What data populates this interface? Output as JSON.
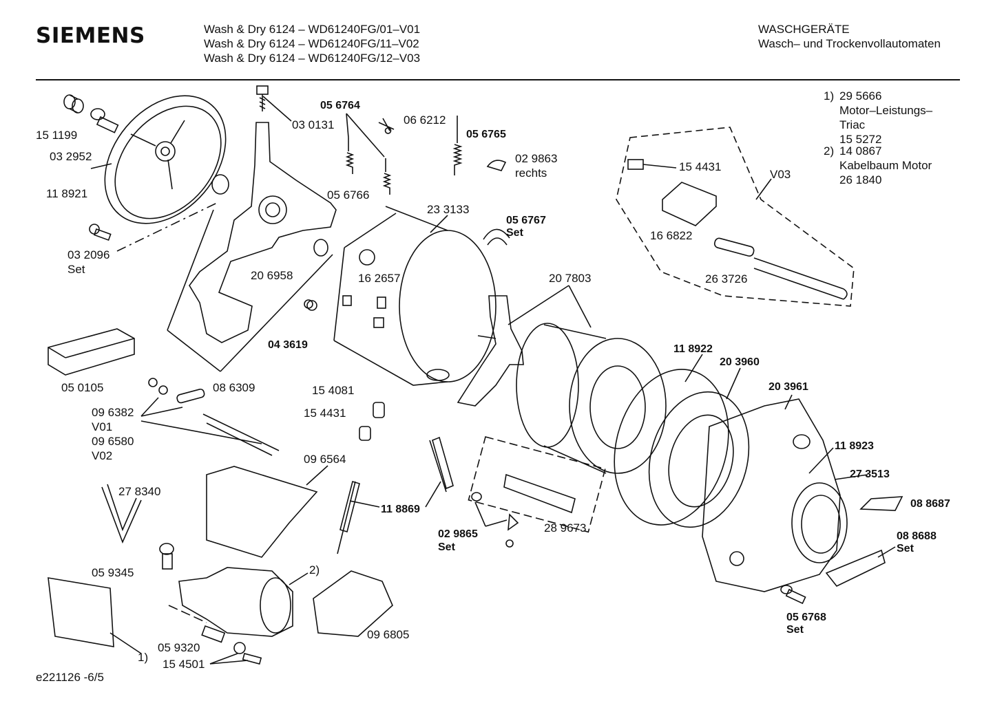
{
  "header": {
    "brand": "SIEMENS",
    "models": [
      "Wash & Dry 6124 – WD61240FG/01–V01",
      "Wash & Dry 6124 – WD61240FG/11–V02",
      "Wash & Dry 6124 – WD61240FG/12–V03"
    ],
    "category": "WASCHGERÄTE",
    "subcategory": "Wasch– und Trockenvollautomaten"
  },
  "notes": {
    "n1_marker": "1)",
    "n1_part": "29 5666",
    "n1_desc1": "Motor–Leistungs–",
    "n1_desc2": "Triac",
    "n1_part2": "15 5272",
    "n2_marker": "2)",
    "n2_part": "14 0867",
    "n2_desc": "Kabelbaum Motor",
    "n2_part2": "26 1840"
  },
  "labels": {
    "p151199": "15 1199",
    "p032952": "03 2952",
    "p118921": "11 8921",
    "p032096": "03 2096",
    "set": "Set",
    "p030131": "03 0131",
    "p056764": "05 6764",
    "p066212": "06 6212",
    "p056765": "05 6765",
    "p029863": "02 9863",
    "rechts": "rechts",
    "p154431a": "15 4431",
    "v03": "V03",
    "p166822": "16 6822",
    "p263726": "26 3726",
    "p056766": "05 6766",
    "p233133": "23 3133",
    "p056767": "05 6767",
    "p206958": "20 6958",
    "p162657": "16 2657",
    "p207803": "20 7803",
    "p043619": "04 3619",
    "p050105": "05 0105",
    "p086309": "08 6309",
    "p118922": "11 8922",
    "p203960": "20 3960",
    "p203961": "20 3961",
    "p154081": "15 4081",
    "p154431b": "15 4431",
    "p096382": "09 6382",
    "v01": "V01",
    "p096580": "09 6580",
    "v02": "V02",
    "p096564": "09 6564",
    "p118923": "11 8923",
    "p273513": "27 3513",
    "p088687": "08 8687",
    "p278340": "27 8340",
    "p118869": "11 8869",
    "p029865": "02 9865",
    "p289673": "28 9673",
    "p088688": "08 8688",
    "p059345": "05 9345",
    "two": "2)",
    "p056768": "05 6768",
    "p096805": "09 6805",
    "p059320": "05 9320",
    "p154501": "15 4501",
    "one": "1)"
  },
  "footer": {
    "code": "e221126 -6/5"
  }
}
